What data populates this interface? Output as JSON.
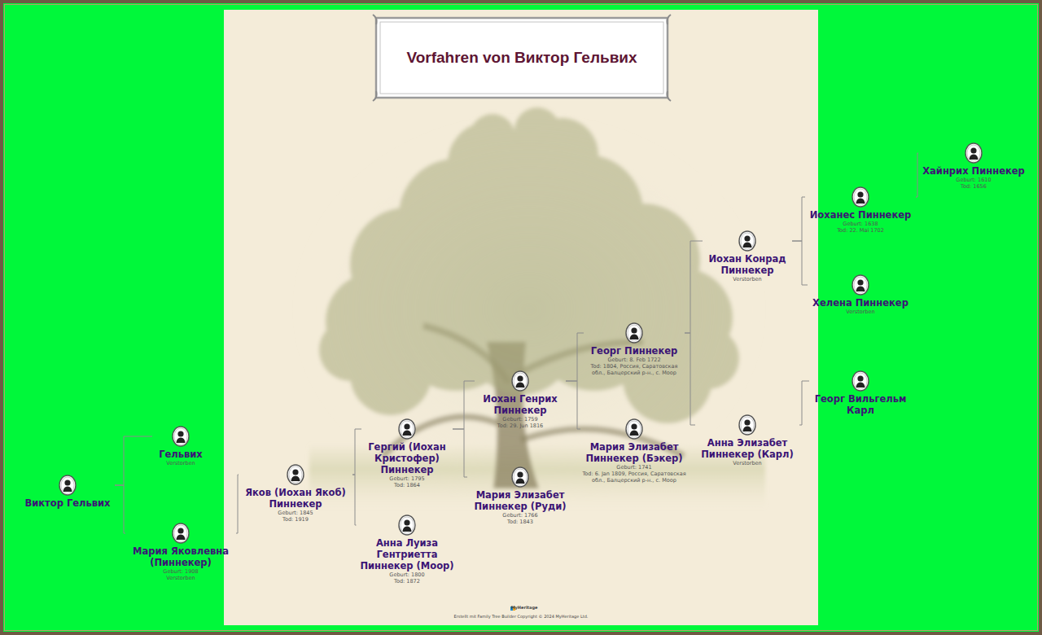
{
  "diagram": {
    "title": "Vorfahren von Виктор Гельвих",
    "nodes": [
      {
        "text": [
          "Виктор Гельвих"
        ]
      },
      {
        "text": [
          "Гельвих",
          "Verstorben"
        ]
      },
      {
        "text": [
          "Мария Яковлевна (Пиннекер)",
          "Geburt: 1908",
          "Verstorben"
        ]
      },
      {
        "text": [
          "Яков (Иохан Якоб) Пиннекер",
          "Geburt: 1845",
          "Tod: 1919"
        ]
      },
      {
        "text": [
          "Гергий (Иохан Кристофер) Пиннекер",
          "Geburt: 1795",
          "Tod: 1864"
        ]
      },
      {
        "text": [
          "Анна Луиза Гентриетта Пиннекер (Моор)",
          "Geburt: 1800",
          "Tod: 1872"
        ]
      },
      {
        "text": [
          "Иохан Генрих Пиннекер",
          "Geburt: 1759",
          "Tod: 29. Jun 1816"
        ]
      },
      {
        "text": [
          "Мария Элизабет Пиннекер (Руди)",
          "Geburt: 1766",
          "Tod: 1843"
        ]
      },
      {
        "text": [
          "Георг Пиннекер",
          "Geburt: 8. Feb 1722",
          "Tod: 1804, Россия, Саратовская обл., Балцерский р-н., с. Моор"
        ]
      },
      {
        "text": [
          "Мария Элизабет Пиннекер (Бэкер)",
          "Geburt: 1741",
          "Tod: 6. Jan 1809, Россия, Саратовская обл., Балцерский р-н., с. Моор"
        ]
      },
      {
        "text": [
          "Иохан Конрад Пиннекер",
          "Verstorben"
        ]
      },
      {
        "text": [
          "Анна Элизабет Пиннекер (Карл)",
          "Verstorben"
        ]
      },
      {
        "text": [
          "Иоханес Пиннекер",
          "Geburt: 1638",
          "Tod: 22. Mai 1702"
        ]
      },
      {
        "text": [
          "Хелена Пиннекер",
          "Verstorben"
        ]
      },
      {
        "text": [
          "Георг Вильгельм Карл"
        ]
      },
      {
        "text": [
          "Хайнрих Пиннекер",
          "Geburt: 1610",
          "Tod: 1656"
        ]
      }
    ],
    "edges": [
      {
        "from": 0,
        "to": 1,
        "arrow": "none"
      },
      {
        "from": 0,
        "to": 2,
        "arrow": "none"
      },
      {
        "from": 2,
        "to": 3,
        "arrow": "none"
      },
      {
        "from": 3,
        "to": 4,
        "arrow": "none"
      },
      {
        "from": 3,
        "to": 5,
        "arrow": "none"
      },
      {
        "from": 4,
        "to": 6,
        "arrow": "none"
      },
      {
        "from": 4,
        "to": 7,
        "arrow": "none"
      },
      {
        "from": 6,
        "to": 8,
        "arrow": "none"
      },
      {
        "from": 6,
        "to": 9,
        "arrow": "none"
      },
      {
        "from": 8,
        "to": 10,
        "arrow": "none"
      },
      {
        "from": 8,
        "to": 11,
        "arrow": "none"
      },
      {
        "from": 10,
        "to": 12,
        "arrow": "none"
      },
      {
        "from": 10,
        "to": 13,
        "arrow": "none"
      },
      {
        "from": 11,
        "to": 14,
        "arrow": "none"
      },
      {
        "from": 12,
        "to": 15,
        "arrow": "none"
      }
    ],
    "labels": [
      "MyHeritage",
      "Erstellt mit Family Tree Builder Copyright © 2024 MyHeritage Ltd."
    ]
  }
}
